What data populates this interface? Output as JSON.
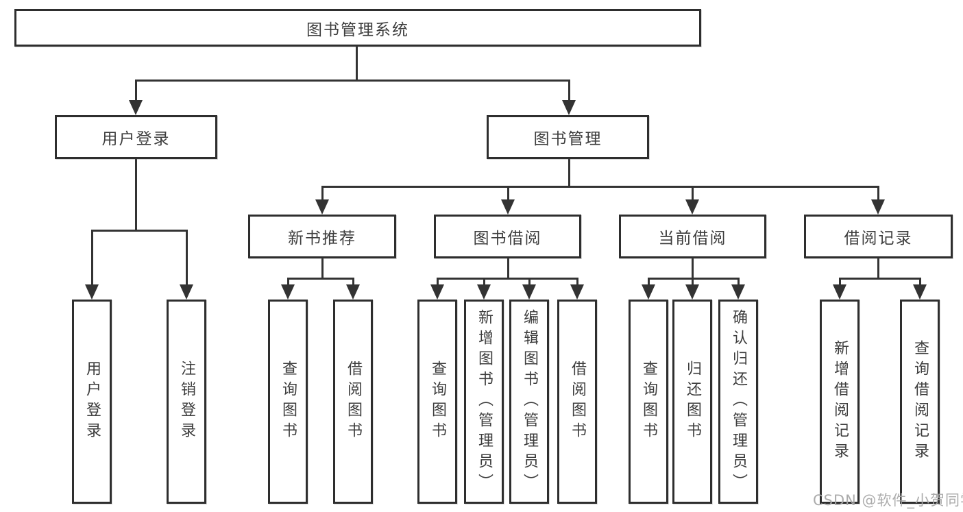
{
  "diagram_title": "图书管理系统",
  "tree": {
    "root": "图书管理系统",
    "branches": [
      {
        "label": "用户登录",
        "children": [
          "用户登录",
          "注销登录"
        ]
      },
      {
        "label": "图书管理",
        "groups": [
          {
            "label": "新书推荐",
            "children": [
              "查询图书",
              "借阅图书"
            ]
          },
          {
            "label": "图书借阅",
            "children": [
              "查询图书",
              "新增图书（管理员）",
              "编辑图书（管理员）",
              "借阅图书"
            ]
          },
          {
            "label": "当前借阅",
            "children": [
              "查询图书",
              "归还图书",
              "确认归还（管理员）"
            ]
          },
          {
            "label": "借阅记录",
            "children": [
              "新增借阅记录",
              "查询借阅记录"
            ]
          }
        ]
      }
    ]
  },
  "watermark": {
    "text": "CSDN @软件_小贺同学"
  },
  "colors": {
    "line": "#333333",
    "border": "#2e2e2e",
    "text": "#3d3d3d",
    "watermark": "#a8a8a8",
    "background": "#ffffff"
  }
}
